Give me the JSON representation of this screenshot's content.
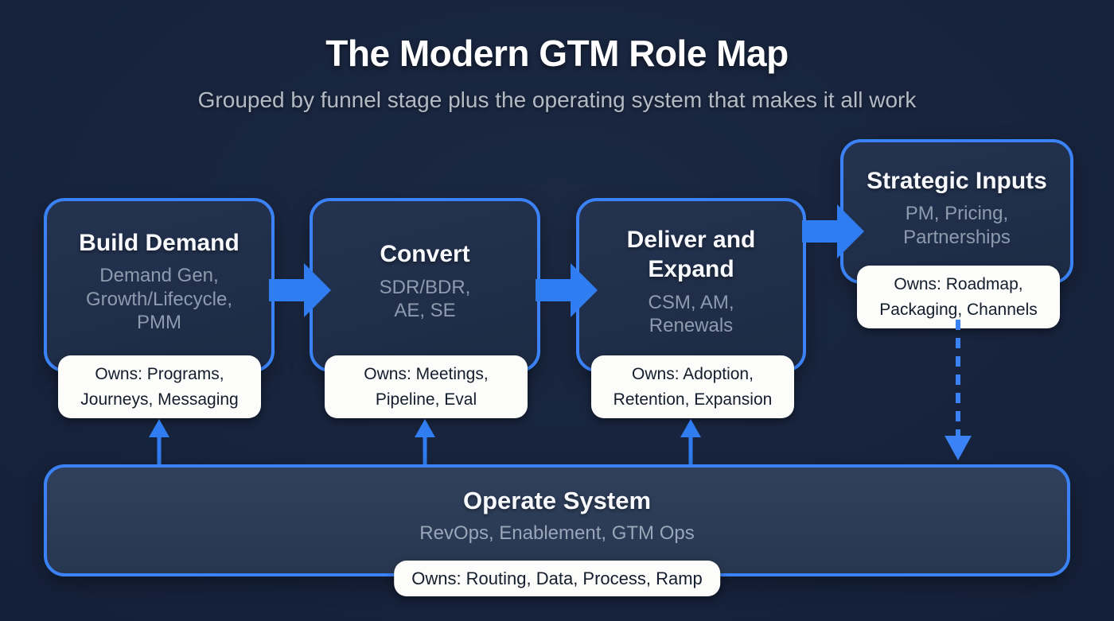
{
  "header": {
    "title": "The Modern GTM Role Map",
    "subtitle": "Grouped by funnel stage plus the operating system that makes it all work"
  },
  "stages": [
    {
      "title": "Build Demand",
      "roles": [
        "Demand Gen,",
        "Growth/Lifecycle,",
        "PMM"
      ],
      "owns": [
        "Owns: Programs,",
        "Journeys, Messaging"
      ]
    },
    {
      "title": "Convert",
      "roles": [
        "SDR/BDR,",
        "AE, SE"
      ],
      "owns": [
        "Owns: Meetings,",
        "Pipeline, Eval"
      ]
    },
    {
      "title": [
        "Deliver and",
        "Expand"
      ],
      "roles": [
        "CSM, AM,",
        "Renewals"
      ],
      "owns": [
        "Owns: Adoption,",
        "Retention, Expansion"
      ]
    },
    {
      "title": "Strategic Inputs",
      "roles": [
        "PM, Pricing,",
        "Partnerships"
      ],
      "owns": [
        "Owns: Roadmap,",
        "Packaging, Channels"
      ]
    }
  ],
  "operate": {
    "title": "Operate System",
    "roles": "RevOps, Enablement, GTM Ops",
    "owns": "Owns: Routing, Data, Process, Ramp"
  },
  "icons": {
    "stage_flow": "block-arrow-right",
    "feed_up": "arrow-up",
    "strategic_feed": "dashed-arrow-down"
  },
  "colors": {
    "background": "#15213a",
    "box_fill": "#1f2e4a",
    "operate_fill": "#2c3c58",
    "accent_border": "#3b82f6",
    "arrow_blue": "#2f7df0",
    "pill_background": "#fcfcfa",
    "pill_text": "#141d2c",
    "title_text": "#ffffff",
    "muted_text": "#8e9aad"
  }
}
